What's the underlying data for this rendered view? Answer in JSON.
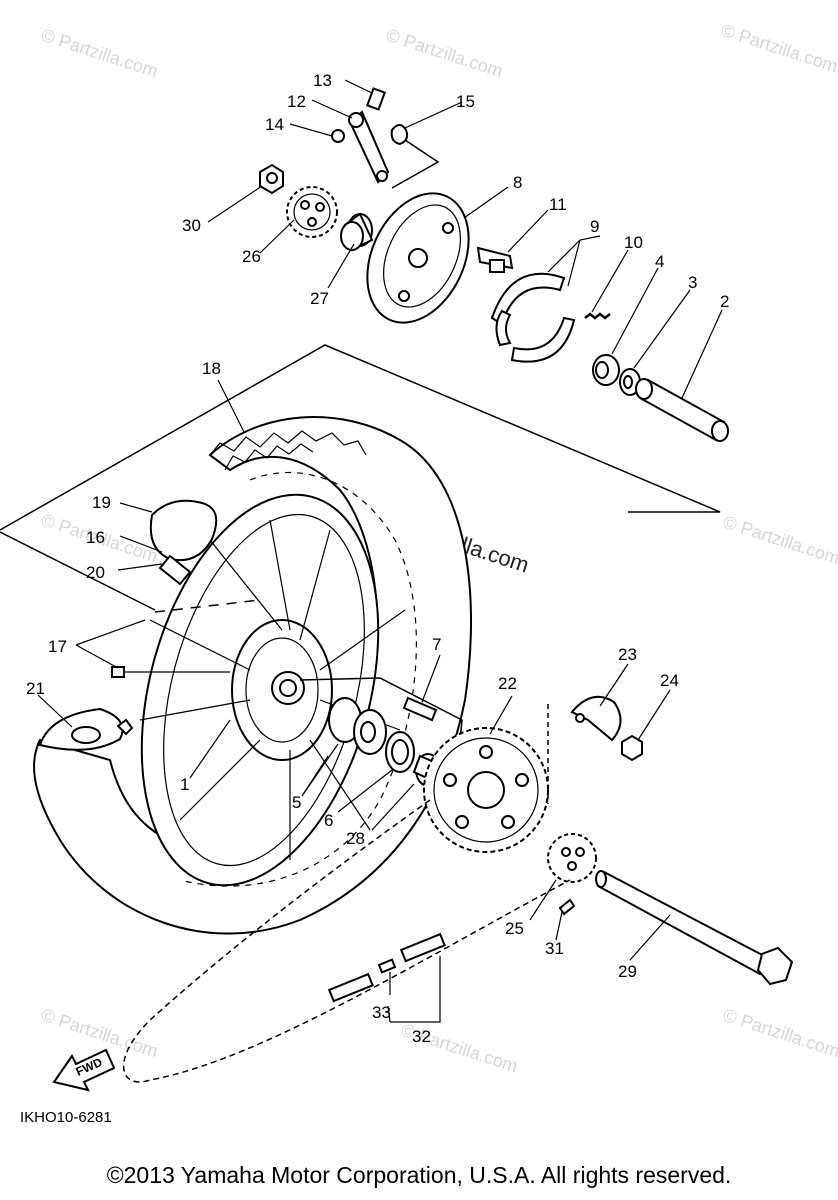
{
  "watermark_text": "© Partzilla.com",
  "diagram_code": "IKHO10-6281",
  "fwd_label": "FWD",
  "copyright": "©2013 Yamaha Motor Corporation, U.S.A. All rights reserved.",
  "callouts": [
    "13",
    "12",
    "15",
    "14",
    "30",
    "26",
    "8",
    "11",
    "9",
    "10",
    "4",
    "3",
    "2",
    "27",
    "18",
    "19",
    "16",
    "20",
    "17",
    "7",
    "21",
    "22",
    "23",
    "24",
    "1",
    "5",
    "6",
    "28",
    "25",
    "31",
    "29",
    "33",
    "32"
  ]
}
